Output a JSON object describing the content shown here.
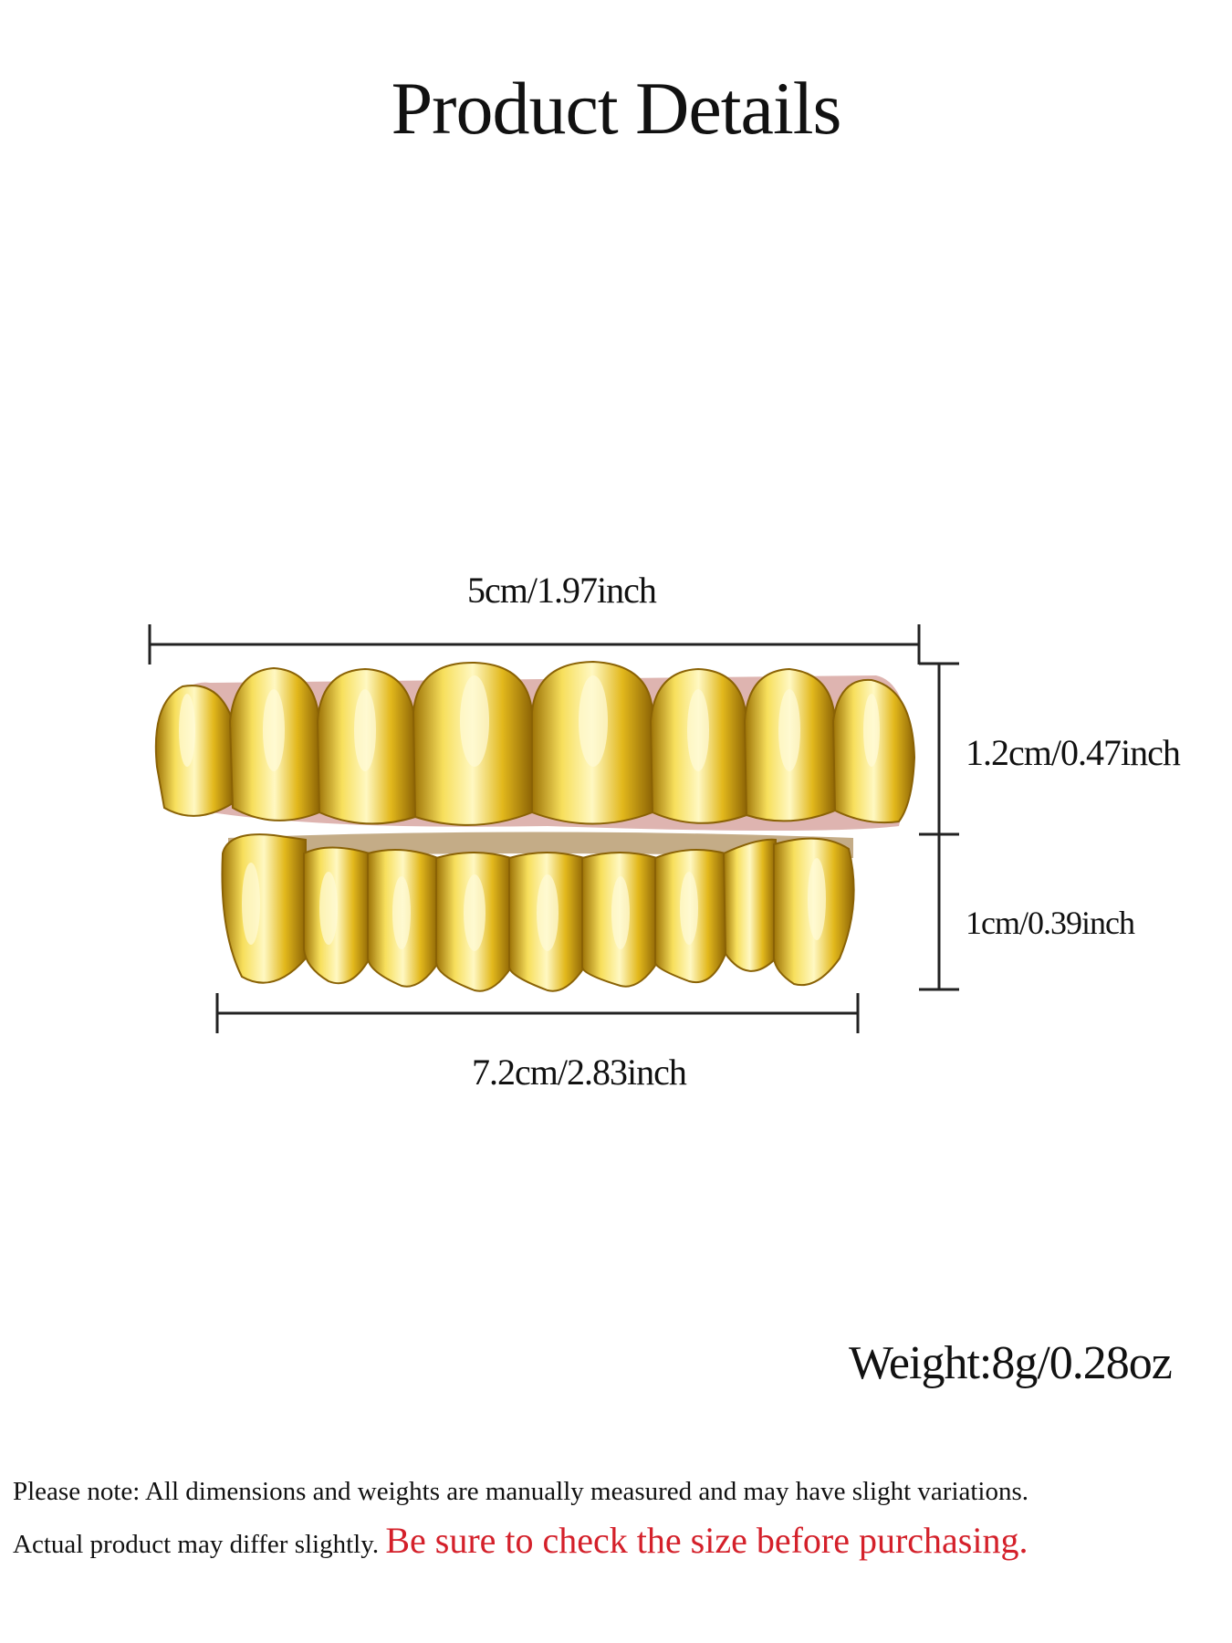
{
  "title": "Product Details",
  "dimensions": {
    "top_width": "5cm/1.97inch",
    "bottom_width": "7.2cm/2.83inch",
    "top_height": "1.2cm/0.47inch",
    "bottom_height": "1cm/0.39inch"
  },
  "weight": "Weight:8g/0.28oz",
  "note": {
    "line1": "Please note: All dimensions and weights are manually measured and may have slight variations.",
    "line2": "Actual product may differ slightly.",
    "warning": "Be sure to check the size before purchasing."
  },
  "colors": {
    "gold": "#d8b21e",
    "gold_highlight": "#fff3a0",
    "warning_red": "#d4202a"
  }
}
